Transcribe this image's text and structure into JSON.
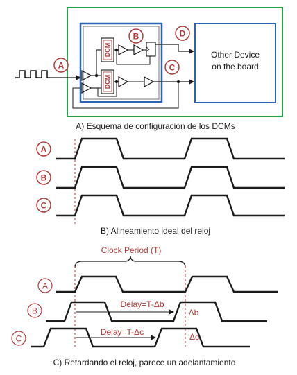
{
  "top": {
    "device_label_line1": "Other Device",
    "device_label_line2": "on the board",
    "dcm_label": "DCM",
    "caption": "A) Esquema de configuración de los DCMs"
  },
  "markers": {
    "a": "A",
    "b": "B",
    "c": "C",
    "d": "D"
  },
  "ideal": {
    "caption": "B) Alineamiento ideal del reloj"
  },
  "delayed": {
    "period_label": "Clock Period (T)",
    "delay_b": "Delay=T-Δb",
    "delta_b": "Δb",
    "delay_c": "Delay=T-Δc",
    "delta_c": "Δc",
    "caption": "C) Retardando el reloj, parece un adelantamiento"
  },
  "colors": {
    "green": "#22a34a",
    "blue": "#2b63b5",
    "marker_red": "#b03a3a",
    "signal": "#1a1a1a"
  }
}
